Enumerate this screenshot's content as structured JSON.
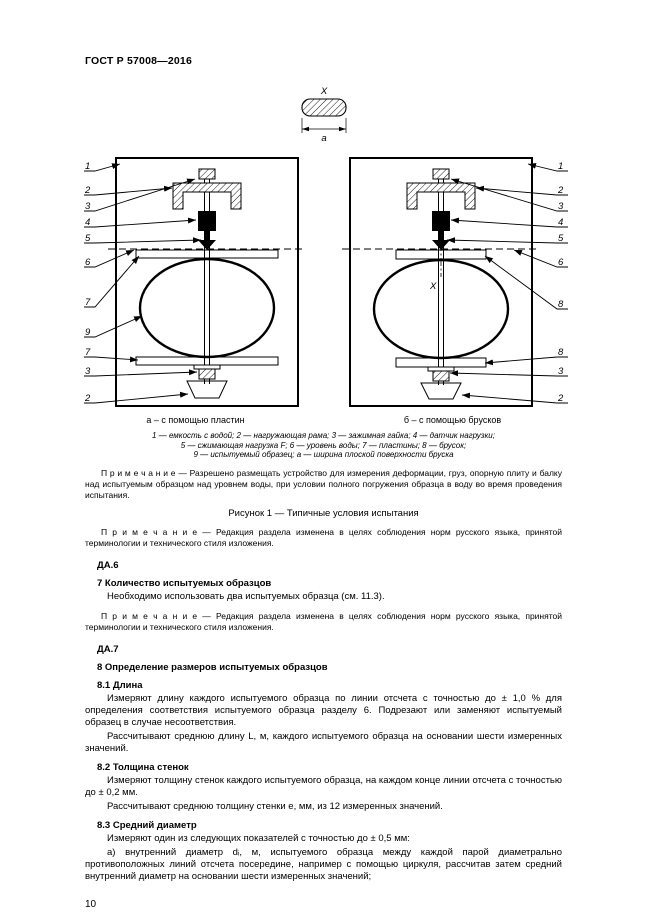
{
  "page": {
    "header": "ГОСТ Р 57008—2016",
    "page_number": "10"
  },
  "top_figure": {
    "section_label": "X",
    "width_label": "а"
  },
  "figure": {
    "caption_a": "а – с помощью пластин",
    "caption_b": "б – с помощью брусков",
    "section_marker": "X",
    "legend_lines": [
      "1 — емкость с водой; 2 — нагружающая рама; 3 — зажимная гайка; 4 — датчик нагрузки;",
      "5 — сжимающая нагрузка F; 6 — уровень воды; 7 — пластины; 8 — брусок;",
      "9 — испытуемый образец; а — ширина плоской поверхности бруска"
    ],
    "left_callouts": [
      "1",
      "2",
      "3",
      "4",
      "5",
      "6",
      "7",
      "9",
      "7",
      "3",
      "2"
    ],
    "right_callouts": [
      "1",
      "2",
      "3",
      "4",
      "5",
      "6",
      "8",
      "8",
      "3",
      "2"
    ]
  },
  "body": {
    "note_figure": "П р и м е ч а н и е — Разрешено размещать устройство для измерения деформации, груз, опорную плиту и балку над испытуемым образцом над уровнем воды, при условии полного погружения образца в воду во время проведения испытания.",
    "figure_caption": "Рисунок 1 — Типичные условия испытания",
    "note_edit_1": "П р и м е ч а н и е — Редакция раздела изменена в целях соблюдения норм русского языка, принятой терминологии и технического стиля изложения.",
    "da6": "ДА.6",
    "h7": "7 Количество испытуемых образцов",
    "p7": "Необходимо использовать два испытуемых образца (см. 11.3).",
    "note_edit_2": "П р и м е ч а н и е — Редакция раздела изменена в целях соблюдения норм русского языка, принятой терминологии и технического стиля изложения.",
    "da7": "ДА.7",
    "h8": "8 Определение размеров испытуемых образцов",
    "h8_1": "8.1 Длина",
    "p8_1a": "Измеряют длину каждого испытуемого образца по линии отсчета с точностью до ± 1,0 % для определения соответствия испытуемого образца разделу 6. Подрезают или заменяют испытуемый образец в случае несоответствия.",
    "p8_1b": "Рассчитывают среднюю длину L, м, каждого испытуемого образца на основании шести измеренных значений.",
    "h8_2": "8.2 Толщина стенок",
    "p8_2a": "Измеряют толщину стенок каждого испытуемого образца, на каждом конце линии отсчета с точностью до ± 0,2 мм.",
    "p8_2b": "Рассчитывают среднюю толщину стенки е, мм, из 12 измеренных значений.",
    "h8_3": "8.3 Средний диаметр",
    "p8_3a": "Измеряют один из следующих показателей с точностью до ± 0,5 мм:",
    "p8_3b": "а) внутренний диаметр dᵢ, м, испытуемого образца между каждой парой диаметрально противоположных линий отсчета посередине, например с помощью циркуля, рассчитав затем средний внутренний диаметр на основании шести измеренных значений;"
  }
}
